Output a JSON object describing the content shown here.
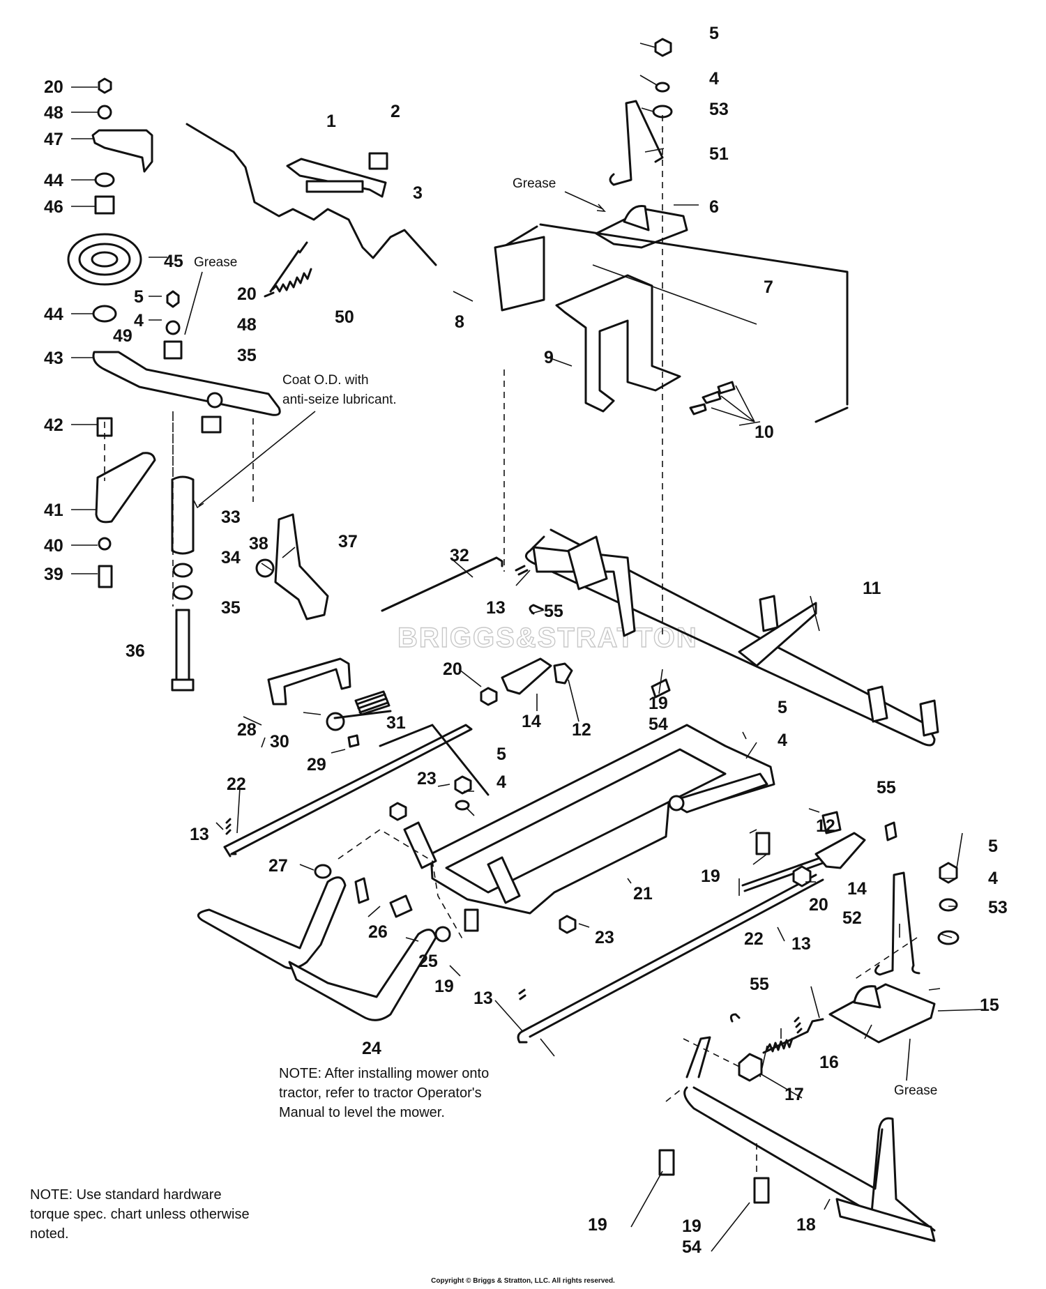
{
  "callouts": [
    {
      "id": "c-20a",
      "text": "20"
    },
    {
      "id": "c-48a",
      "text": "48"
    },
    {
      "id": "c-47",
      "text": "47"
    },
    {
      "id": "c-44a",
      "text": "44"
    },
    {
      "id": "c-46",
      "text": "46"
    },
    {
      "id": "c-45",
      "text": "45"
    },
    {
      "id": "c-5a",
      "text": "5"
    },
    {
      "id": "c-4a",
      "text": "4"
    },
    {
      "id": "c-44b",
      "text": "44"
    },
    {
      "id": "c-49",
      "text": "49"
    },
    {
      "id": "c-43",
      "text": "43"
    },
    {
      "id": "c-42",
      "text": "42"
    },
    {
      "id": "c-41",
      "text": "41"
    },
    {
      "id": "c-40",
      "text": "40"
    },
    {
      "id": "c-39",
      "text": "39"
    },
    {
      "id": "c-33",
      "text": "33"
    },
    {
      "id": "c-34",
      "text": "34"
    },
    {
      "id": "c-35a",
      "text": "35"
    },
    {
      "id": "c-36",
      "text": "36"
    },
    {
      "id": "c-20b",
      "text": "20"
    },
    {
      "id": "c-48b",
      "text": "48"
    },
    {
      "id": "c-35b",
      "text": "35"
    },
    {
      "id": "c-1",
      "text": "1"
    },
    {
      "id": "c-2",
      "text": "2"
    },
    {
      "id": "c-3",
      "text": "3"
    },
    {
      "id": "c-50",
      "text": "50"
    },
    {
      "id": "c-5b",
      "text": "5"
    },
    {
      "id": "c-4b",
      "text": "4"
    },
    {
      "id": "c-53a",
      "text": "53"
    },
    {
      "id": "c-51",
      "text": "51"
    },
    {
      "id": "c-6",
      "text": "6"
    },
    {
      "id": "c-7",
      "text": "7"
    },
    {
      "id": "c-8",
      "text": "8"
    },
    {
      "id": "c-9",
      "text": "9"
    },
    {
      "id": "c-10",
      "text": "10"
    },
    {
      "id": "c-38",
      "text": "38"
    },
    {
      "id": "c-37",
      "text": "37"
    },
    {
      "id": "c-32",
      "text": "32"
    },
    {
      "id": "c-13a",
      "text": "13"
    },
    {
      "id": "c-55a",
      "text": "55"
    },
    {
      "id": "c-11",
      "text": "11"
    },
    {
      "id": "c-19a",
      "text": "19"
    },
    {
      "id": "c-54a",
      "text": "54"
    },
    {
      "id": "c-20c",
      "text": "20"
    },
    {
      "id": "c-14a",
      "text": "14"
    },
    {
      "id": "c-12a",
      "text": "12"
    },
    {
      "id": "c-28",
      "text": "28"
    },
    {
      "id": "c-30",
      "text": "30"
    },
    {
      "id": "c-31",
      "text": "31"
    },
    {
      "id": "c-29",
      "text": "29"
    },
    {
      "id": "c-5c",
      "text": "5"
    },
    {
      "id": "c-4c",
      "text": "4"
    },
    {
      "id": "c-22a",
      "text": "22"
    },
    {
      "id": "c-13b",
      "text": "13"
    },
    {
      "id": "c-23a",
      "text": "23"
    },
    {
      "id": "c-5d",
      "text": "5"
    },
    {
      "id": "c-4d",
      "text": "4"
    },
    {
      "id": "c-27",
      "text": "27"
    },
    {
      "id": "c-26",
      "text": "26"
    },
    {
      "id": "c-25",
      "text": "25"
    },
    {
      "id": "c-19b",
      "text": "19"
    },
    {
      "id": "c-24",
      "text": "24"
    },
    {
      "id": "c-21",
      "text": "21"
    },
    {
      "id": "c-23b",
      "text": "23"
    },
    {
      "id": "c-12b",
      "text": "12"
    },
    {
      "id": "c-55b",
      "text": "55"
    },
    {
      "id": "c-19c",
      "text": "19"
    },
    {
      "id": "c-20d",
      "text": "20"
    },
    {
      "id": "c-14b",
      "text": "14"
    },
    {
      "id": "c-22b",
      "text": "22"
    },
    {
      "id": "c-13c",
      "text": "13"
    },
    {
      "id": "c-5e",
      "text": "5"
    },
    {
      "id": "c-4e",
      "text": "4"
    },
    {
      "id": "c-53b",
      "text": "53"
    },
    {
      "id": "c-52",
      "text": "52"
    },
    {
      "id": "c-13d",
      "text": "13"
    },
    {
      "id": "c-55c",
      "text": "55"
    },
    {
      "id": "c-15",
      "text": "15"
    },
    {
      "id": "c-16",
      "text": "16"
    },
    {
      "id": "c-17",
      "text": "17"
    },
    {
      "id": "c-18",
      "text": "18"
    },
    {
      "id": "c-19d",
      "text": "19"
    },
    {
      "id": "c-19e",
      "text": "19"
    },
    {
      "id": "c-54b",
      "text": "54"
    }
  ],
  "labels": {
    "grease_1": "Grease",
    "grease_2": "Grease",
    "grease_3": "Grease",
    "coat_line1": "Coat O.D. with",
    "coat_line2": "anti-seize lubricant."
  },
  "notes": {
    "install_note": "NOTE: After installing mower onto tractor, refer to tractor Operator's Manual to level the mower.",
    "hardware_note": "NOTE: Use standard hardware torque spec. chart unless otherwise noted."
  },
  "watermark": "BRIGGS&STRATTON",
  "copyright": "Copyright © Briggs & Stratton, LLC. All rights reserved."
}
